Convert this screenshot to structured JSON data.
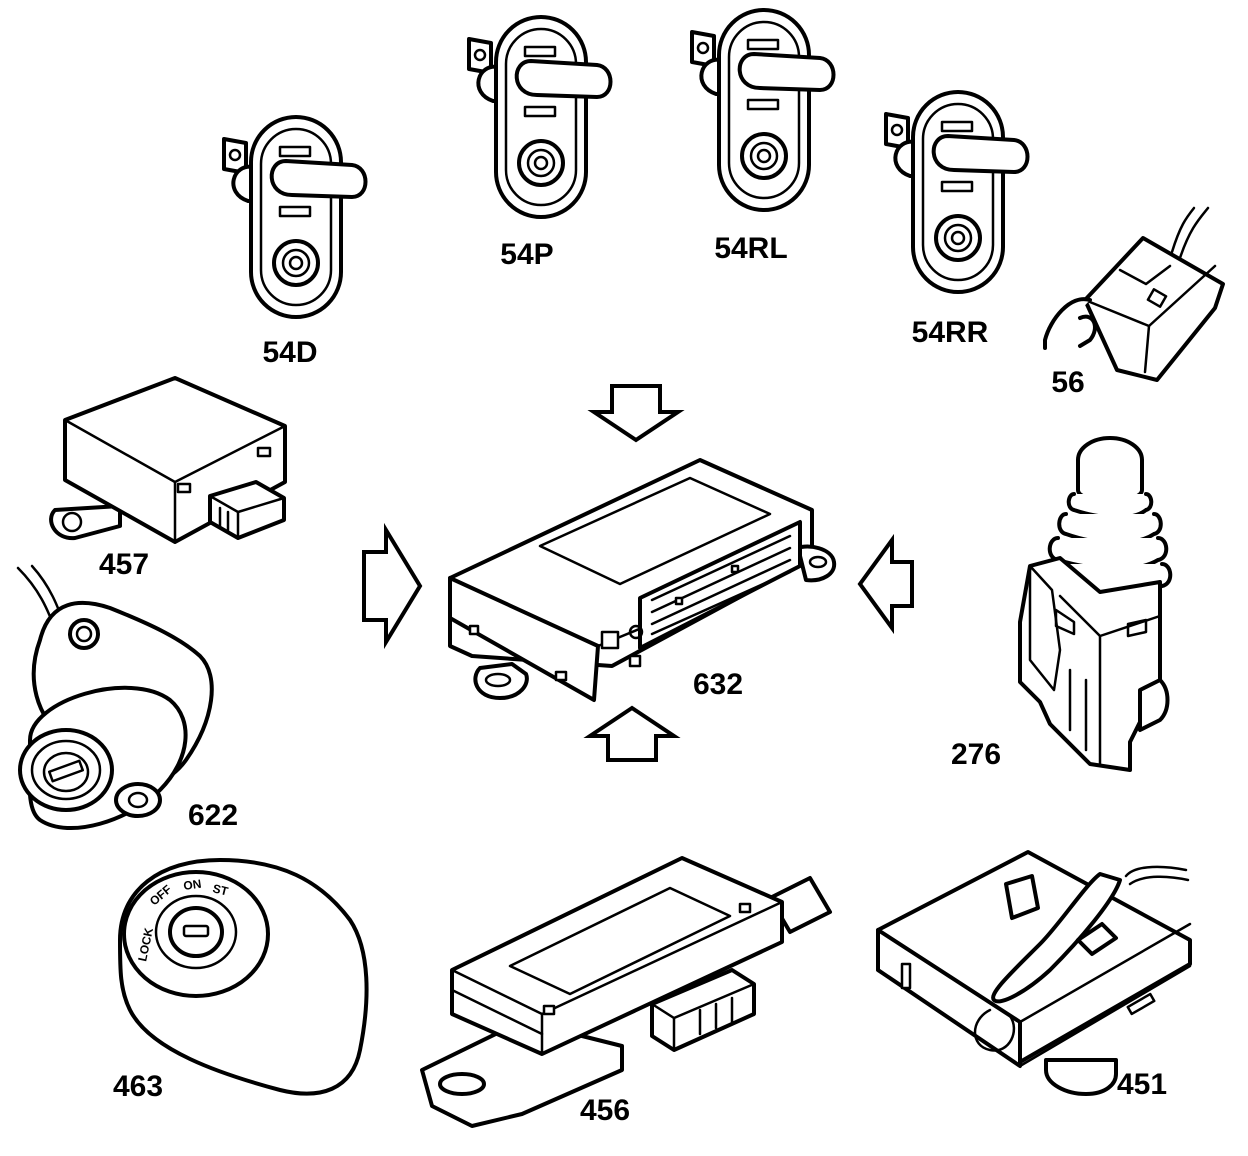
{
  "labels": {
    "switch_54d": "54D",
    "switch_54p": "54P",
    "switch_54rl": "54RL",
    "switch_54rr": "54RR",
    "switch_56": "56",
    "module_457": "457",
    "lock_622": "622",
    "ecu_632": "632",
    "actuator_276": "276",
    "ignition_463": "463",
    "module_456": "456",
    "module_451": "451"
  },
  "ignition_markings": {
    "lock": "LOCK",
    "off": "OFF",
    "on": "ON",
    "st": "ST"
  },
  "colors": {
    "line": "#000000",
    "background": "#ffffff"
  }
}
